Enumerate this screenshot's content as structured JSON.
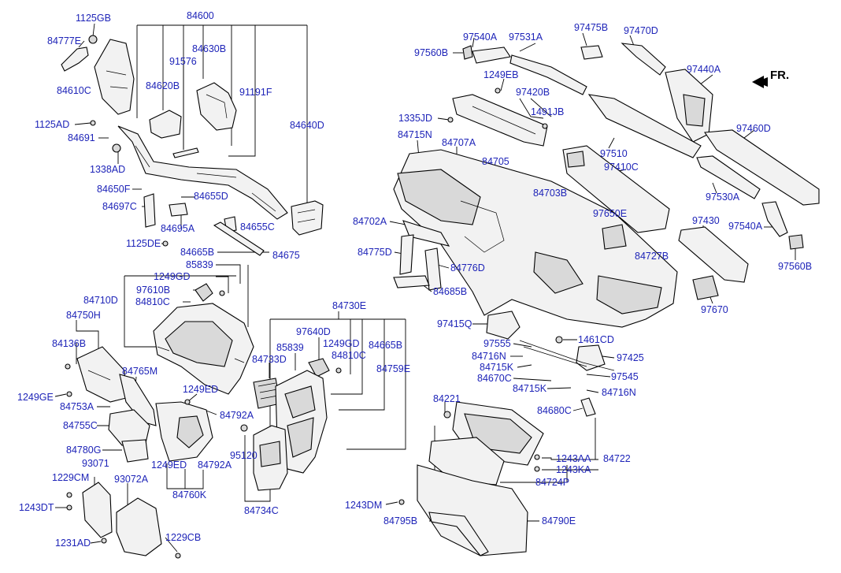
{
  "direction_label": "FR.",
  "labels": {
    "p1125GB": "1125GB",
    "p84600": "84600",
    "p84777E": "84777E",
    "p84630B": "84630B",
    "p91576": "91576",
    "p84620B": "84620B",
    "p91191F": "91191F",
    "p84610C": "84610C",
    "p84640D": "84640D",
    "p1125AD": "1125AD",
    "p84691": "84691",
    "p1338AD": "1338AD",
    "p84650F": "84650F",
    "p84655D": "84655D",
    "p84697C": "84697C",
    "p84695A": "84695A",
    "p84655C": "84655C",
    "p1125DE": "1125DE",
    "p84665B_a": "84665B",
    "p84675": "84675",
    "p85839_a": "85839",
    "p1249GD_a": "1249GD",
    "p97610B": "97610B",
    "p84710D": "84710D",
    "p84810C_a": "84810C",
    "p84750H": "84750H",
    "p84136B": "84136B",
    "p84765M": "84765M",
    "p1249GE": "1249GE",
    "p84753A": "84753A",
    "p1249ED_a": "1249ED",
    "p84792A_a": "84792A",
    "p84755C": "84755C",
    "p84780G": "84780G",
    "p93071": "93071",
    "p1249ED_b": "1249ED",
    "p84792A_b": "84792A",
    "p84760K": "84760K",
    "p1229CM": "1229CM",
    "p93072A": "93072A",
    "p1243DT": "1243DT",
    "p1231AD": "1231AD",
    "p1229CB": "1229CB",
    "p84730E": "84730E",
    "p97640D": "97640D",
    "p85839_b": "85839",
    "p1249GD_b": "1249GD",
    "p84665B_b": "84665B",
    "p84733D": "84733D",
    "p84810C_b": "84810C",
    "p84759E": "84759E",
    "p95120": "95120",
    "p84734C": "84734C",
    "p97540A_a": "97540A",
    "p97531A": "97531A",
    "p97475B": "97475B",
    "p97470D": "97470D",
    "p97560B_a": "97560B",
    "p97440A": "97440A",
    "p1249EB": "1249EB",
    "p97420B": "97420B",
    "p1491JB": "1491JB",
    "p1335JD": "1335JD",
    "p97460D": "97460D",
    "p84715N": "84715N",
    "p84707A": "84707A",
    "p84705": "84705",
    "p97510": "97510",
    "p97410C": "97410C",
    "p84703B": "84703B",
    "p97530A": "97530A",
    "p97650E": "97650E",
    "p97430": "97430",
    "p97540A_b": "97540A",
    "p84702A": "84702A",
    "p84775D": "84775D",
    "p84727B": "84727B",
    "p84776D": "84776D",
    "p97560B_b": "97560B",
    "p84685B": "84685B",
    "p97670": "97670",
    "p97415Q": "97415Q",
    "p1461CD": "1461CD",
    "p97555": "97555",
    "p84716N_a": "84716N",
    "p97425": "97425",
    "p84715K_a": "84715K",
    "p84670C": "84670C",
    "p97545": "97545",
    "p84715K_b": "84715K",
    "p84716N_b": "84716N",
    "p84221": "84221",
    "p84680C": "84680C",
    "p1243AA": "1243AA",
    "p84722": "84722",
    "p1243KA": "1243KA",
    "p84724P": "84724P",
    "p1243DM": "1243DM",
    "p84795B": "84795B",
    "p84790E": "84790E"
  }
}
